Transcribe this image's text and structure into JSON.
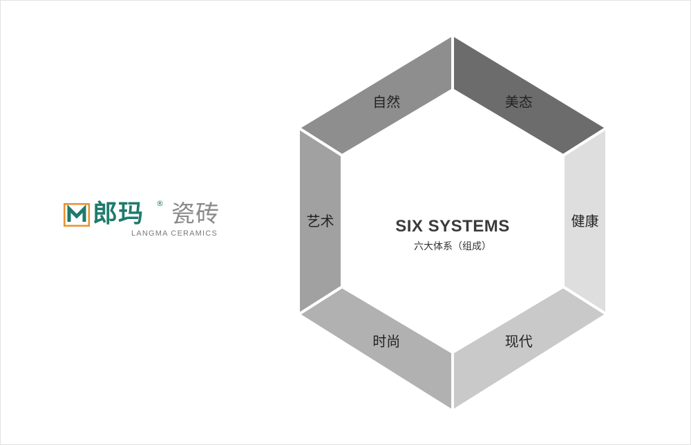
{
  "logo": {
    "name_cn": "郎玛",
    "registered": "®",
    "product_cn": "瓷砖",
    "name_en": "LANGMA CERAMICS",
    "colors": {
      "brand_green": "#1f7a6d",
      "brand_orange": "#e8912b",
      "grey": "#8a8a8a"
    }
  },
  "center": {
    "title": "SIX SYSTEMS",
    "subtitle": "六大体系（组成）"
  },
  "segments": [
    {
      "label": "自然",
      "color": "#8e8e8e"
    },
    {
      "label": "美态",
      "color": "#6c6c6c"
    },
    {
      "label": "健康",
      "color": "#dedede"
    },
    {
      "label": "现代",
      "color": "#c9c9c9"
    },
    {
      "label": "时尚",
      "color": "#b1b1b1"
    },
    {
      "label": "艺术",
      "color": "#a1a1a1"
    }
  ]
}
